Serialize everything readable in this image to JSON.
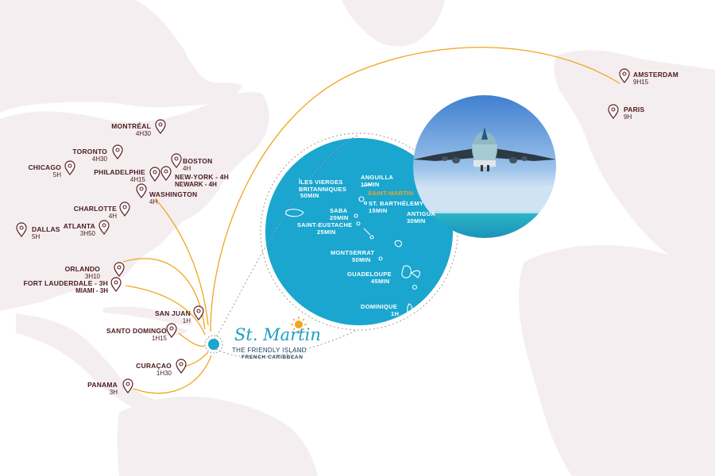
{
  "colors": {
    "land": "#f4eef0",
    "ocean": "#ffffff",
    "route": "#f4a41e",
    "circle": "#1aa6cf",
    "pin": "#5a1e22",
    "text": "#4a1a1e"
  },
  "origins": [
    {
      "name": "MONTRÉAL",
      "time": "4H30"
    },
    {
      "name": "TORONTO",
      "time": "4H30"
    },
    {
      "name": "BOSTON",
      "time": "4H"
    },
    {
      "name": "CHICAGO",
      "time": "5H"
    },
    {
      "name": "PHILADELPHIE",
      "time": "4H15"
    },
    {
      "name": "NEW-YORK - 4H",
      "time": "NEWARK - 4H"
    },
    {
      "name": "WASHINGTON",
      "time": "4H"
    },
    {
      "name": "CHARLOTTE",
      "time": "4H"
    },
    {
      "name": "ATLANTA",
      "time": "3H50"
    },
    {
      "name": "DALLAS",
      "time": "5H"
    },
    {
      "name": "ORLANDO",
      "time": "3H10"
    },
    {
      "name": "FORT LAUDERDALE - 3H",
      "time": "MIAMI - 3H"
    },
    {
      "name": "SAN JUAN",
      "time": "1H"
    },
    {
      "name": "SANTO DOMINGO",
      "time": "1H15"
    },
    {
      "name": "CURAÇAO",
      "time": "1H30"
    },
    {
      "name": "PANAMA",
      "time": "3H"
    },
    {
      "name": "AMSTERDAM",
      "time": "9H15"
    },
    {
      "name": "PARIS",
      "time": "9H"
    }
  ],
  "islands": [
    {
      "name": "ÎLES VIERGES",
      "line2": "BRITANNIQUES",
      "time": "50MIN"
    },
    {
      "name": "ANGUILLA",
      "line2": "",
      "time": "10MIN"
    },
    {
      "name": "SAINT-MARTIN",
      "line2": "",
      "time": ""
    },
    {
      "name": "SABA",
      "line2": "",
      "time": "20MIN"
    },
    {
      "name": "ST. BARTHÉLEMY",
      "line2": "",
      "time": "15MIN"
    },
    {
      "name": "SAINT-EUSTACHE",
      "line2": "",
      "time": "25MIN"
    },
    {
      "name": "ANTIGUA",
      "line2": "",
      "time": "30MIN"
    },
    {
      "name": "MONTSERRAT",
      "line2": "",
      "time": "50MIN"
    },
    {
      "name": "GUADELOUPE",
      "line2": "",
      "time": "45MIN"
    },
    {
      "name": "DOMINIQUE",
      "line2": "",
      "time": "1H"
    }
  ],
  "brand": {
    "title": "St. Martin",
    "tagline": "THE FRIENDLY ISLAND",
    "subtagline": "FRENCH CARIBBEAN"
  }
}
